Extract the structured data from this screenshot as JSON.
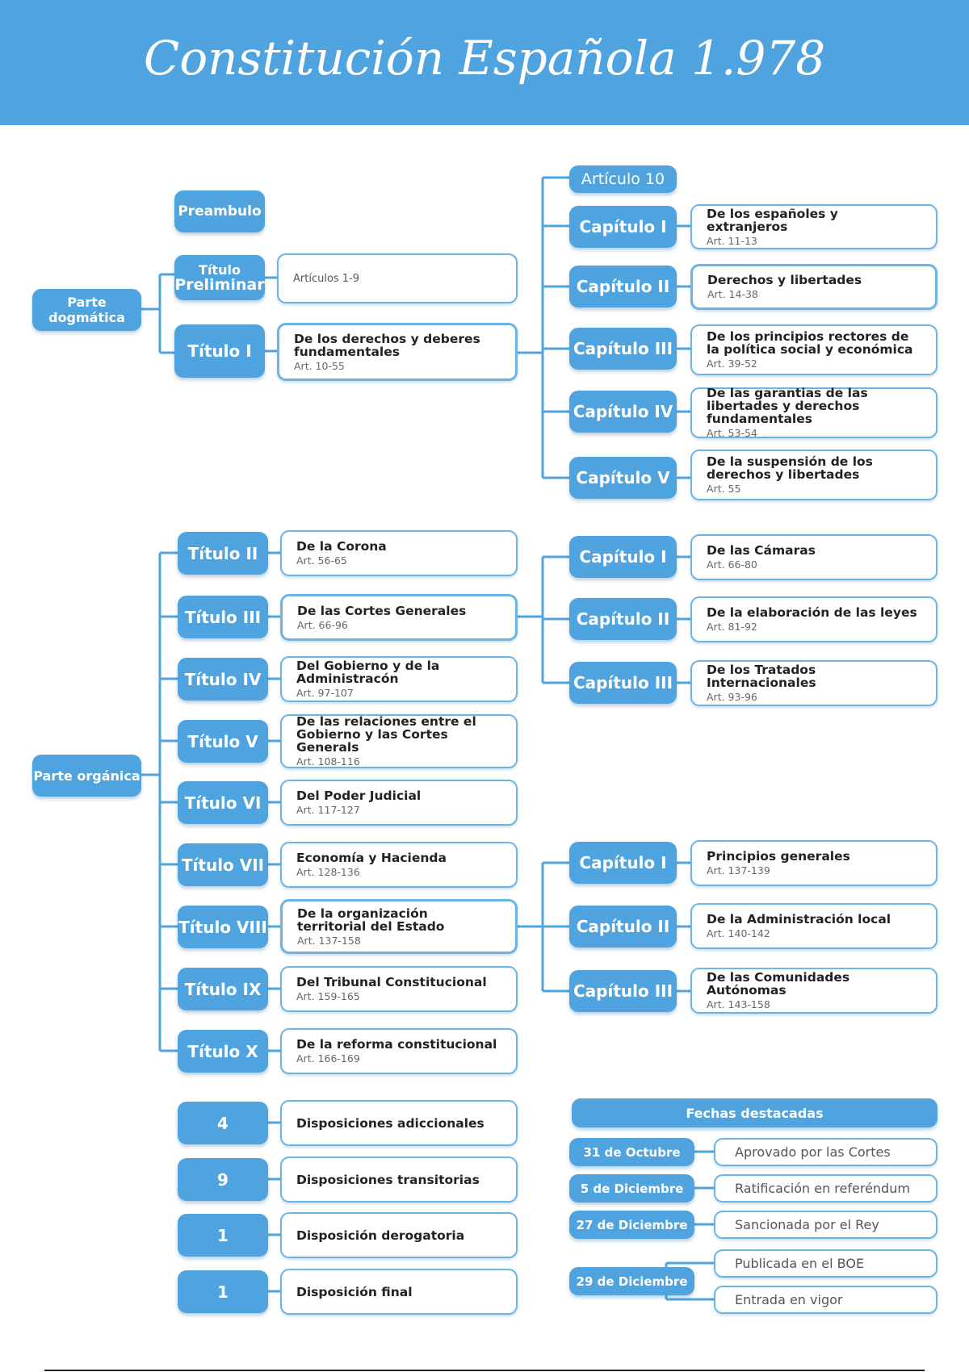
{
  "title": "Constitución Española 1.978",
  "dogmatica": {
    "parte": "Parte dogmática",
    "preambulo": "Preambulo",
    "titulo_preliminar": {
      "l1": "Título",
      "l2": "Preliminar",
      "desc": "Artículos 1-9"
    },
    "titulo_i": {
      "label": "Título I",
      "desc": "De los derechos y deberes fundamentales",
      "art": "Art. 10-55"
    },
    "articulo_10": "Artículo 10",
    "capitulos": [
      {
        "label": "Capítulo I",
        "desc": "De los españoles y extranjeros",
        "art": "Art. 11-13"
      },
      {
        "label": "Capítulo II",
        "desc": "Derechos y libertades",
        "art": "Art. 14-38"
      },
      {
        "label": "Capítulo III",
        "desc": "De los principios rectores de la política social y económica",
        "art": "Art. 39-52"
      },
      {
        "label": "Capítulo IV",
        "desc": "De las garantias de las libertades y derechos fundamentales",
        "art": "Art. 53-54"
      },
      {
        "label": "Capítulo V",
        "desc": "De la suspensión de los derechos y libertades",
        "art": "Art. 55"
      }
    ]
  },
  "organica": {
    "parte": "Parte orgánica",
    "titulos": [
      {
        "label": "Título II",
        "desc": "De la Corona",
        "art": "Art. 56-65"
      },
      {
        "label": "Título III",
        "desc": "De las Cortes Generales",
        "art": "Art. 66-96"
      },
      {
        "label": "Título IV",
        "desc": "Del Gobierno y de la Administracón",
        "art": "Art. 97-107"
      },
      {
        "label": "Título V",
        "desc": "De las relaciones entre el Gobierno y las Cortes Generals",
        "art": "Art. 108-116"
      },
      {
        "label": "Título VI",
        "desc": "Del Poder Judicial",
        "art": "Art. 117-127"
      },
      {
        "label": "Título VII",
        "desc": "Economía y Hacienda",
        "art": "Art. 128-136"
      },
      {
        "label": "Título VIII",
        "desc": "De la organización territorial del Estado",
        "art": "Art. 137-158"
      },
      {
        "label": "Título IX",
        "desc": "Del Tribunal Constitucional",
        "art": "Art. 159-165"
      },
      {
        "label": "Título X",
        "desc": "De la reforma constitucional",
        "art": "Art. 166-169"
      }
    ],
    "cortes_capitulos": [
      {
        "label": "Capítulo I",
        "desc": "De las Cámaras",
        "art": "Art. 66-80"
      },
      {
        "label": "Capítulo II",
        "desc": "De la elaboración de las leyes",
        "art": "Art. 81-92"
      },
      {
        "label": "Capítulo III",
        "desc": "De los Tratados Internacionales",
        "art": "Art. 93-96"
      }
    ],
    "territorial_capitulos": [
      {
        "label": "Capítulo I",
        "desc": "Principios generales",
        "art": "Art. 137-139"
      },
      {
        "label": "Capítulo II",
        "desc": "De la Administración local",
        "art": "Art. 140-142"
      },
      {
        "label": "Capítulo III",
        "desc": "De las Comunidades Autónomas",
        "art": "Art. 143-158"
      }
    ]
  },
  "disposiciones": [
    {
      "count": "4",
      "label": "Disposiciones adiccionales"
    },
    {
      "count": "9",
      "label": "Disposiciones transitorias"
    },
    {
      "count": "1",
      "label": "Disposición derogatoria"
    },
    {
      "count": "1",
      "label": "Disposición final"
    }
  ],
  "fechas": {
    "header": "Fechas destacadas",
    "items": [
      {
        "date": "31 de Octubre",
        "desc": "Aprovado por las Cortes"
      },
      {
        "date": "5 de Diciembre",
        "desc": "Ratificación en referéndum"
      },
      {
        "date": "27 de Diciembre",
        "desc": "Sancionada por el Rey"
      },
      {
        "date": "29 de Diciembre",
        "desc": "Publicada en el BOE",
        "desc2": "Entrada en vigor"
      }
    ]
  },
  "colors": {
    "accent": "#4fa3de",
    "border": "#6bb5e6",
    "text": "#222222"
  }
}
